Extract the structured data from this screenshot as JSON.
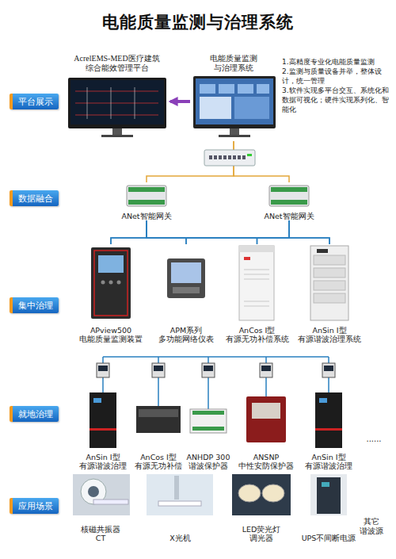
{
  "diagram": {
    "title": "电能质量监测与治理系统",
    "nodes": [
      {
        "text": [
          "平台展示"
        ]
      },
      {
        "text": [
          "AcrelEMS-MED医疗建筑 综合能效管理平台"
        ]
      },
      {
        "text": [
          "电能质量监测 与治理系统"
        ]
      },
      {
        "text": [
          "数据融合"
        ]
      },
      {
        "text": [
          "ANet智能网关"
        ]
      },
      {
        "text": [
          "ANet智能网关"
        ]
      },
      {
        "text": [
          "集中治理"
        ]
      },
      {
        "text": [
          "APview500 电能质量监测装置"
        ]
      },
      {
        "text": [
          "APM系列 多功能网络仪表"
        ]
      },
      {
        "text": [
          "AnCos Ⅰ型 有源无功补偿系统"
        ]
      },
      {
        "text": [
          "AnSin Ⅰ型 有源谐波治理系统"
        ]
      },
      {
        "text": [
          "就地治理"
        ]
      },
      {
        "text": [
          "AnSin Ⅰ型 有源谐波治理"
        ]
      },
      {
        "text": [
          "AnCos Ⅰ型 有源无功补偿"
        ]
      },
      {
        "text": [
          "ANHDP 300 谐波保护器"
        ]
      },
      {
        "text": [
          "ANSNP 中性安防保护器"
        ]
      },
      {
        "text": [
          "AnSin Ⅰ型 有源谐波治理"
        ]
      },
      {
        "text": [
          "应用场景"
        ]
      },
      {
        "text": [
          "核磁共振器 CT"
        ]
      },
      {
        "text": [
          "X光机"
        ]
      },
      {
        "text": [
          "LED荧光灯 调光器"
        ]
      },
      {
        "text": [
          "UPS不间断电源"
        ]
      }
    ],
    "edges": [
      {
        "from": 2,
        "to": 1,
        "arrow": "to"
      },
      {
        "from": 2,
        "to": 4,
        "arrow": "none"
      },
      {
        "from": 2,
        "to": 5,
        "arrow": "none"
      },
      {
        "from": 4,
        "to": 7,
        "arrow": "none"
      },
      {
        "from": 4,
        "to": 8,
        "arrow": "none"
      },
      {
        "from": 4,
        "to": 9,
        "arrow": "none"
      },
      {
        "from": 4,
        "to": 10,
        "arrow": "none"
      },
      {
        "from": 5,
        "to": 7,
        "arrow": "none"
      },
      {
        "from": 5,
        "to": 8,
        "arrow": "none"
      },
      {
        "from": 5,
        "to": 9,
        "arrow": "none"
      },
      {
        "from": 5,
        "to": 10,
        "arrow": "none"
      }
    ],
    "labels": [
      "1.高精度专业化电能质量监测",
      "2.监测与质量设备并举，整体设计，统一管理",
      "3.软件实现多平台交互、系统化和数据可视化；硬件实现系列化、智能化",
      "......",
      "其它 谐波源"
    ]
  }
}
